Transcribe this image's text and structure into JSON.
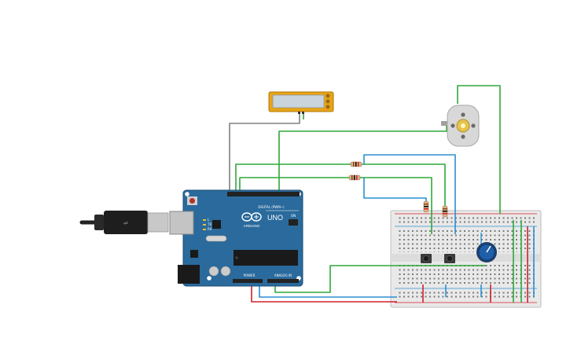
{
  "arduino": {
    "logo_text": "ARDUINO",
    "model_text": "UNO",
    "digital_header_label": "DIGITAL (PWM~)",
    "power_header_label": "POWER",
    "analog_header_label": "ANALOG IN",
    "tx_label": "TX",
    "rx_label": "RX",
    "on_label": "ON",
    "l_label": "L"
  },
  "colors": {
    "board": "#2a6a9c",
    "wire_green": "#2ea83a",
    "wire_blue": "#2b8fd0",
    "wire_red": "#d0202a",
    "wire_gray": "#808080",
    "lcd_frame": "#e8a317",
    "lcd_screen": "#c9d4dc",
    "breadboard": "#e8e8e8",
    "pot_knob": "#1f5fa8"
  },
  "components": {
    "usb_cable": "usb-cable-icon",
    "lcd": "lcd-display-icon",
    "motor": "dc-motor-icon",
    "resistor_1": "resistor-icon",
    "resistor_2": "resistor-icon",
    "potentiometer": "potentiometer-icon",
    "pushbutton_1": "pushbutton-icon",
    "pushbutton_2": "pushbutton-icon",
    "breadboard": "breadboard-icon"
  }
}
